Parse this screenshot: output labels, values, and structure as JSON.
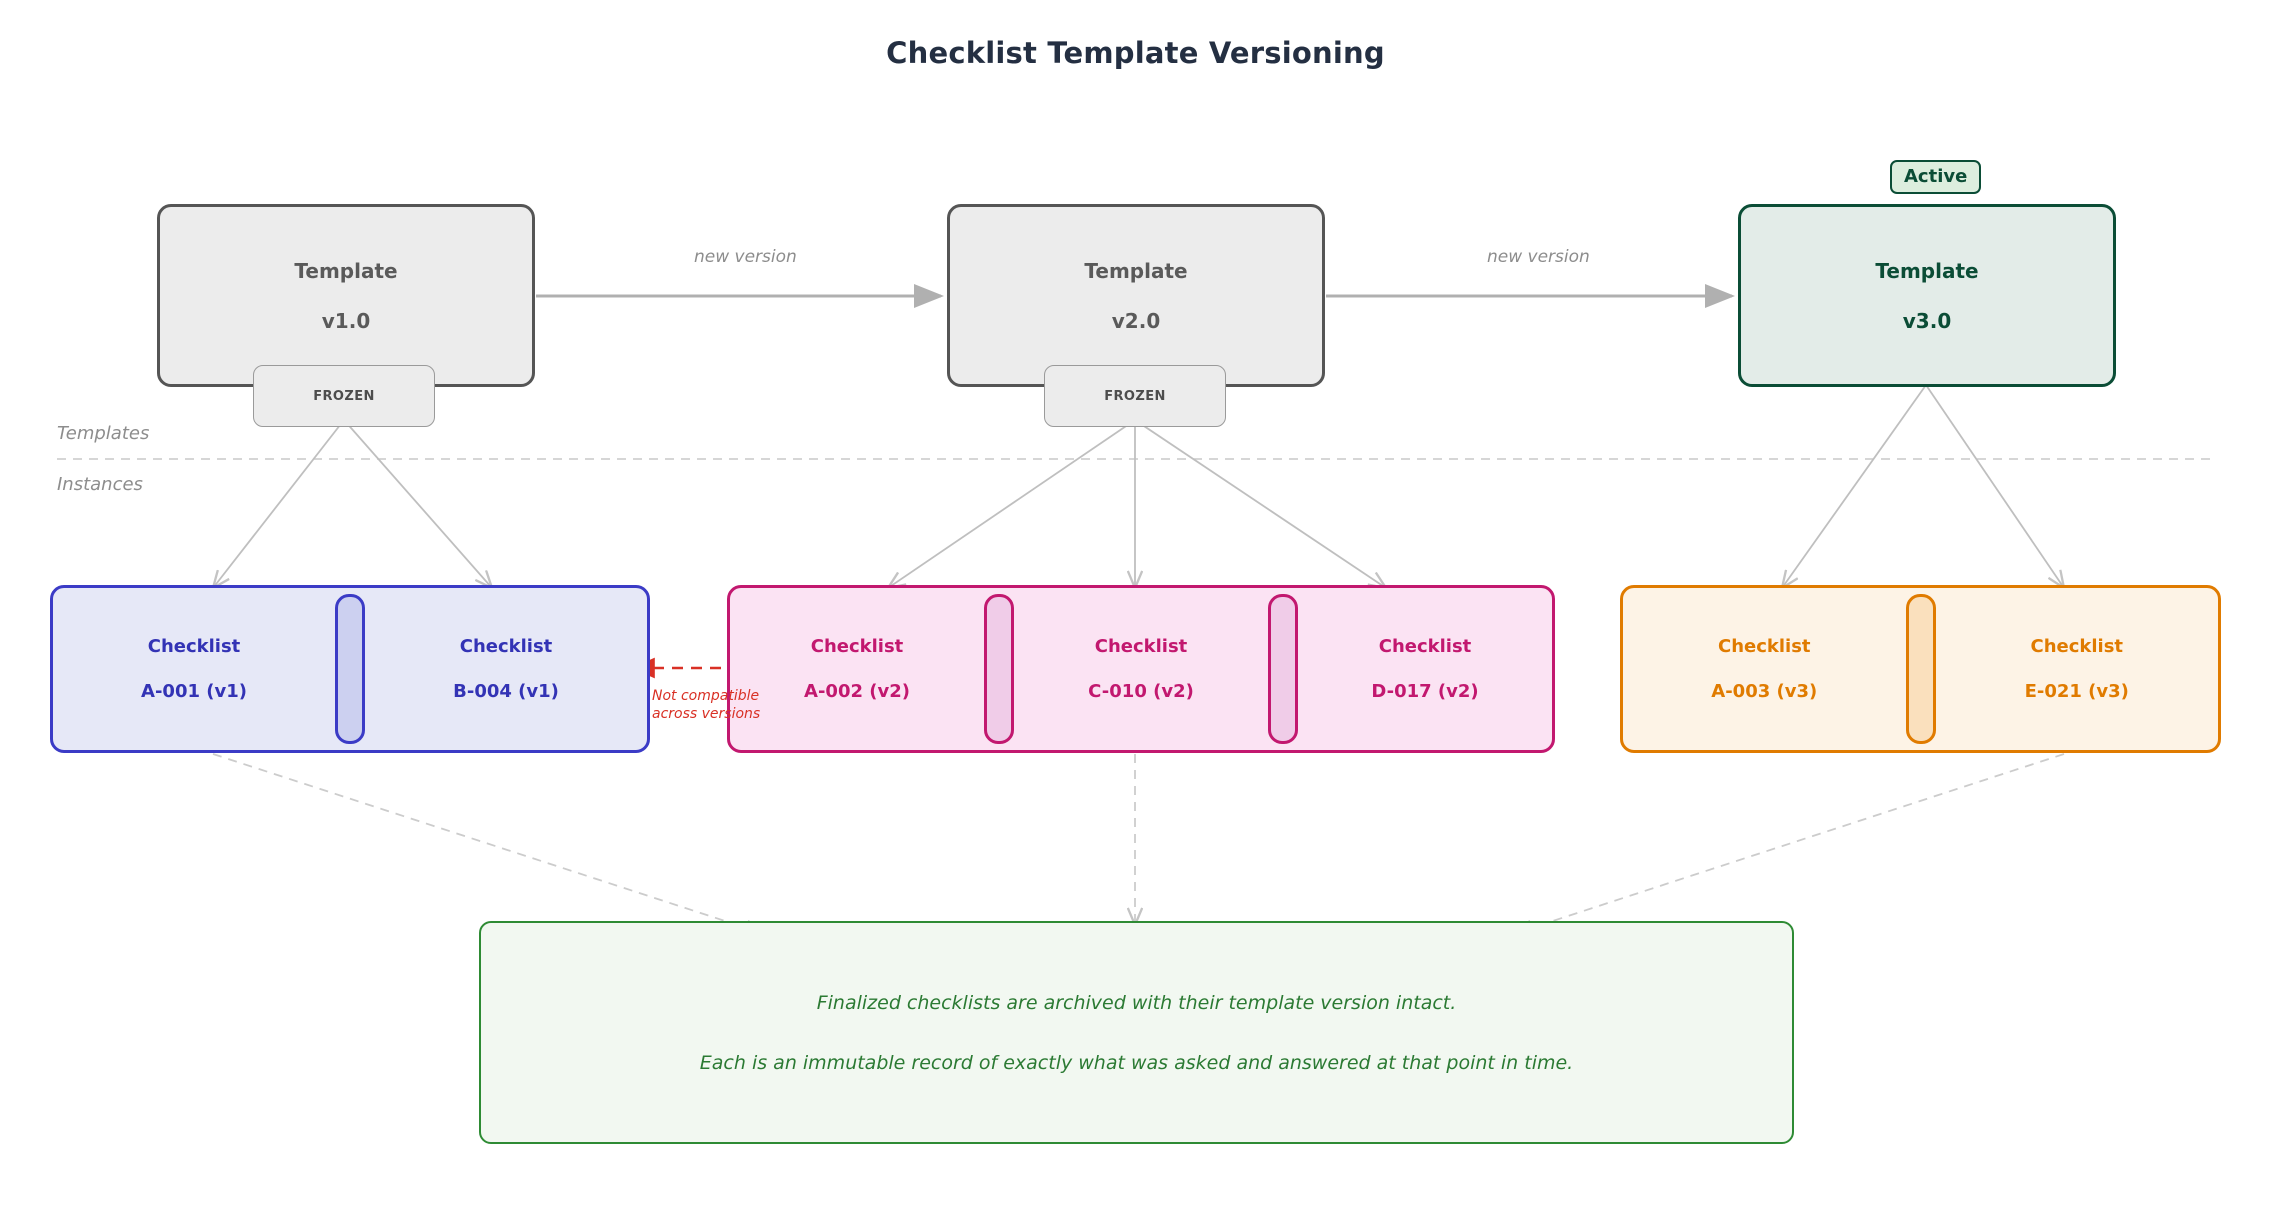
{
  "title": "Checklist Template Versioning",
  "lanes": {
    "templates_label": "Templates",
    "instances_label": "Instances"
  },
  "colors": {
    "title": "#242f42",
    "template_border": "#555555",
    "template_fill": "#ececec",
    "active_border": "#0b4d36",
    "active_fill": "#e3ece8",
    "v1_accent": "#3b3bc6",
    "v1_fill": "#e6e8f7",
    "v2_accent": "#c2186f",
    "v2_fill": "#fbe3f3",
    "v3_accent": "#e07b00",
    "v3_fill": "#fdf3e6",
    "archive_border": "#2e8b34",
    "archive_fill": "#f2f8f1",
    "warning": "#d93025",
    "edge": "#b0b0b0"
  },
  "templates": [
    {
      "name": "Template",
      "version": "v1.0",
      "state_badge": "FROZEN",
      "active": false
    },
    {
      "name": "Template",
      "version": "v2.0",
      "state_badge": "FROZEN",
      "active": false
    },
    {
      "name": "Template",
      "version": "v3.0",
      "state_badge": "Active",
      "active": true
    }
  ],
  "edges": [
    {
      "label": "new version",
      "from": "v1.0",
      "to": "v2.0"
    },
    {
      "label": "new version",
      "from": "v2.0",
      "to": "v3.0"
    }
  ],
  "instance_groups": [
    {
      "version": "v1",
      "checklists": [
        {
          "kind": "Checklist",
          "id": "A-001 (v1)"
        },
        {
          "kind": "Checklist",
          "id": "B-004 (v1)"
        }
      ]
    },
    {
      "version": "v2",
      "checklists": [
        {
          "kind": "Checklist",
          "id": "A-002 (v2)"
        },
        {
          "kind": "Checklist",
          "id": "C-010 (v2)"
        },
        {
          "kind": "Checklist",
          "id": "D-017 (v2)"
        }
      ]
    },
    {
      "version": "v3",
      "checklists": [
        {
          "kind": "Checklist",
          "id": "A-003 (v3)"
        },
        {
          "kind": "Checklist",
          "id": "E-021 (v3)"
        }
      ]
    }
  ],
  "annotations": {
    "incompatible_line1": "Not compatible",
    "incompatible_line2": "across versions"
  },
  "archive_note": {
    "line1": "Finalized checklists are archived with their template version intact.",
    "line2": "Each is an immutable record of exactly what was asked and answered at that point in time."
  }
}
